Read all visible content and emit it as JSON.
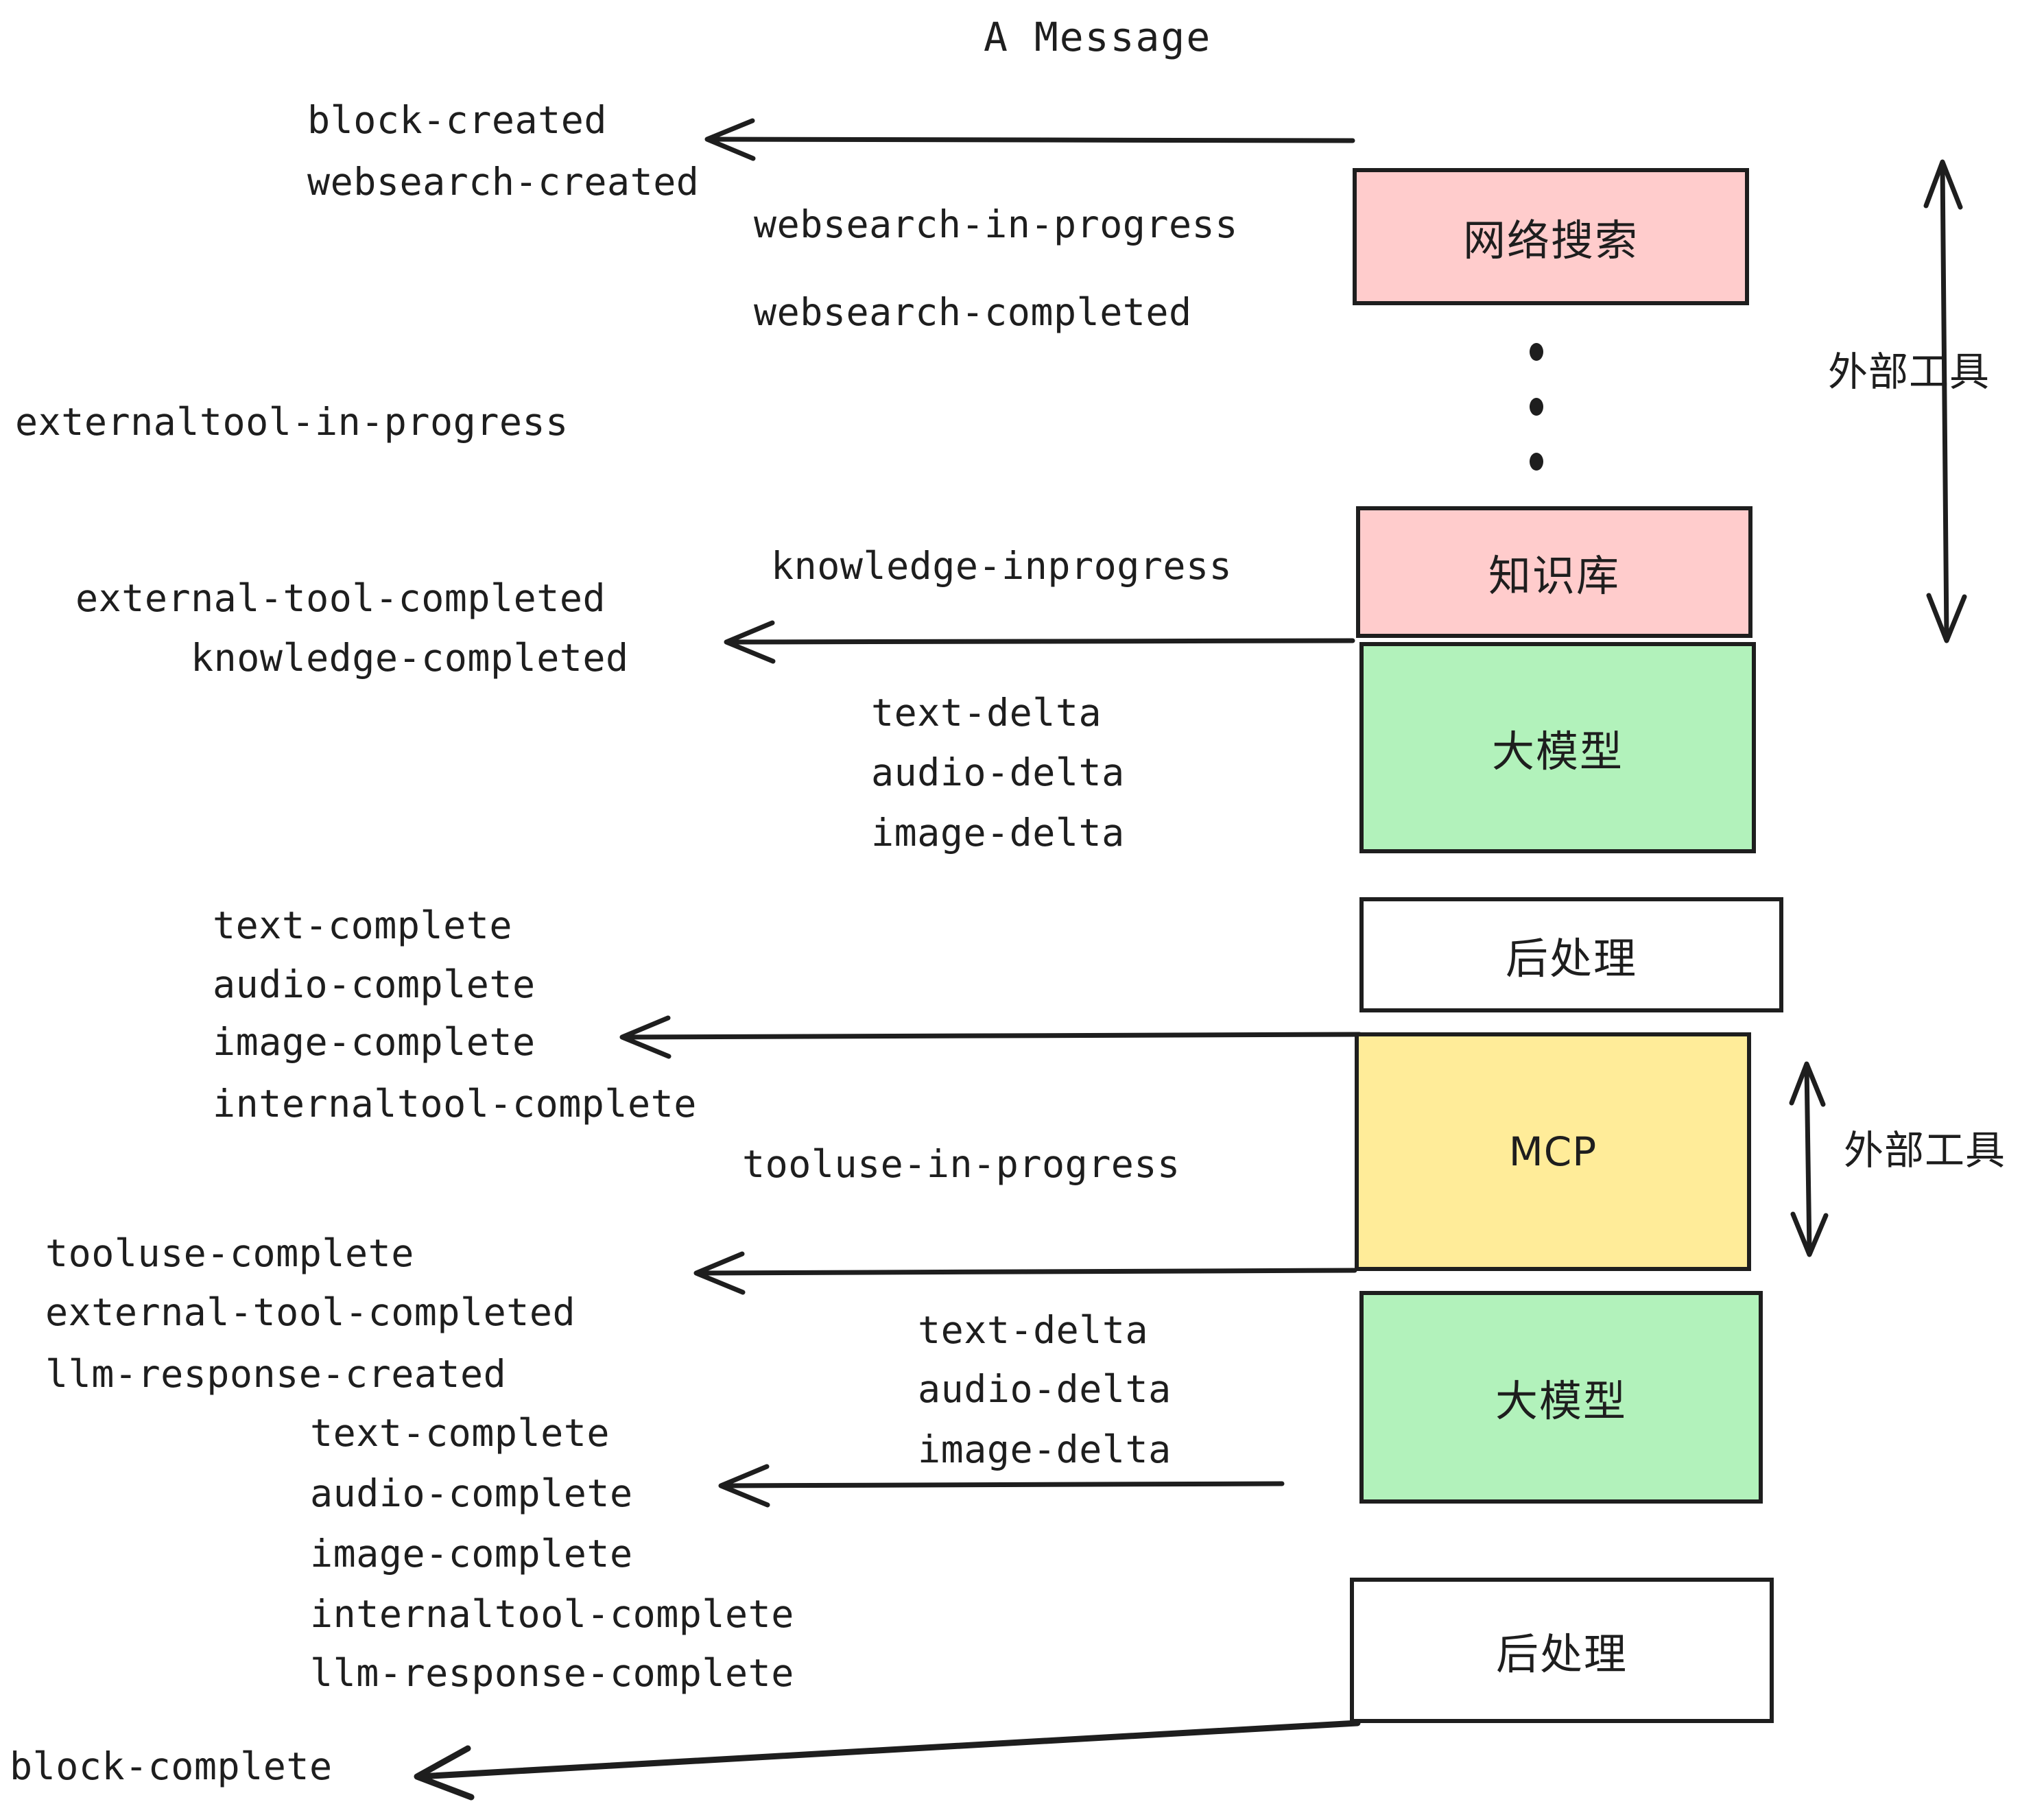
{
  "diagram": {
    "title": "A Message",
    "colors": {
      "stroke": "#1e1e1e",
      "pink": "#ffcccc",
      "green": "#b2f2bb",
      "yellow": "#ffec99",
      "white": "#ffffff",
      "background": "#ffffff"
    },
    "nodes": [
      {
        "id": "websearch",
        "label": "网络搜索",
        "fill": "#ffcccc"
      },
      {
        "id": "knowledge",
        "label": "知识库",
        "fill": "#ffcccc"
      },
      {
        "id": "llm-1",
        "label": "大模型",
        "fill": "#b2f2bb"
      },
      {
        "id": "postproc-1",
        "label": "后处理",
        "fill": "#ffffff"
      },
      {
        "id": "mcp",
        "label": "MCP",
        "fill": "#ffec99"
      },
      {
        "id": "llm-2",
        "label": "大模型",
        "fill": "#b2f2bb"
      },
      {
        "id": "postproc-2",
        "label": "后处理",
        "fill": "#ffffff"
      }
    ],
    "side_labels": [
      {
        "id": "external-tools-top",
        "label": "外部工具"
      },
      {
        "id": "external-tools-bottom",
        "label": "外部工具"
      }
    ],
    "events": [
      {
        "id": "block-created",
        "label": "block-created"
      },
      {
        "id": "websearch-created",
        "label": "websearch-created"
      },
      {
        "id": "websearch-in-progress",
        "label": "websearch-in-progress"
      },
      {
        "id": "websearch-completed",
        "label": "websearch-completed"
      },
      {
        "id": "externaltool-in-progress",
        "label": "externaltool-in-progress"
      },
      {
        "id": "knowledge-inprogress",
        "label": "knowledge-inprogress"
      },
      {
        "id": "external-tool-completed-1",
        "label": "external-tool-completed"
      },
      {
        "id": "knowledge-completed",
        "label": "knowledge-completed"
      },
      {
        "id": "text-delta-1",
        "label": "text-delta"
      },
      {
        "id": "audio-delta-1",
        "label": "audio-delta"
      },
      {
        "id": "image-delta-1",
        "label": "image-delta"
      },
      {
        "id": "text-complete-1",
        "label": "text-complete"
      },
      {
        "id": "audio-complete-1",
        "label": "audio-complete"
      },
      {
        "id": "image-complete-1",
        "label": "image-complete"
      },
      {
        "id": "internaltool-complete-1",
        "label": "internaltool-complete"
      },
      {
        "id": "tooluse-in-progress",
        "label": "tooluse-in-progress"
      },
      {
        "id": "tooluse-complete",
        "label": "tooluse-complete"
      },
      {
        "id": "external-tool-completed-2",
        "label": "external-tool-completed"
      },
      {
        "id": "llm-response-created",
        "label": "llm-response-created"
      },
      {
        "id": "text-delta-2",
        "label": "text-delta"
      },
      {
        "id": "audio-delta-2",
        "label": "audio-delta"
      },
      {
        "id": "image-delta-2",
        "label": "image-delta"
      },
      {
        "id": "text-complete-2",
        "label": "text-complete"
      },
      {
        "id": "audio-complete-2",
        "label": "audio-complete"
      },
      {
        "id": "image-complete-2",
        "label": "image-complete"
      },
      {
        "id": "internaltool-complete-2",
        "label": "internaltool-complete"
      },
      {
        "id": "llm-response-complete",
        "label": "llm-response-complete"
      },
      {
        "id": "block-complete",
        "label": "block-complete"
      }
    ]
  }
}
